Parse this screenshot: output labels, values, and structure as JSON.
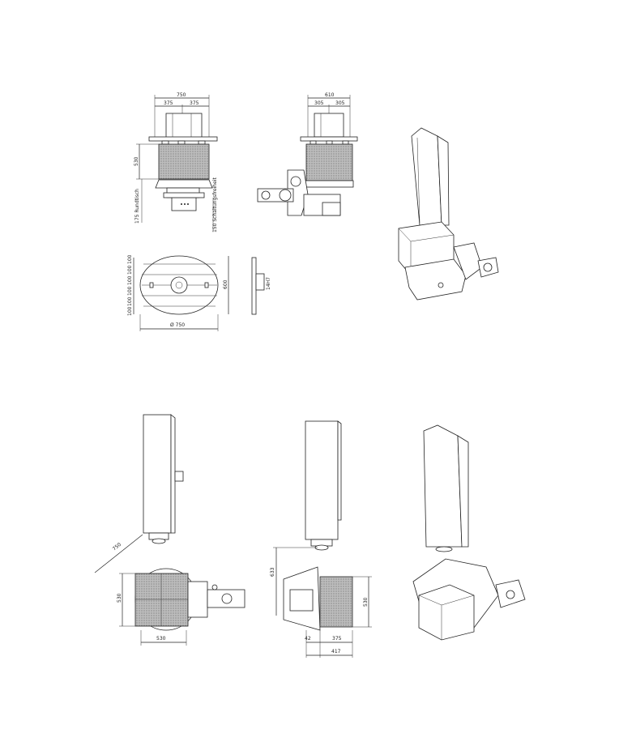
{
  "views": {
    "front_top": {
      "width_total": "750",
      "width_left": "375",
      "width_right": "375",
      "height_block": "530",
      "label_rotation": "175  Rundtisch",
      "label_clearance": "150  Schaltungsfreiheit"
    },
    "side_top": {
      "width_total": "610",
      "width_left": "305",
      "width_right": "305"
    },
    "table_plan": {
      "rows": [
        "100",
        "100",
        "100",
        "100",
        "100",
        "100"
      ],
      "diameter": "Ø 750",
      "height": "600",
      "slot": "14H7"
    },
    "left_bottom": {
      "diag": "750",
      "height": "530",
      "width": "530"
    },
    "mid_bottom": {
      "height_offset": "633",
      "height_block": "530",
      "offset_small": "42",
      "offset_mid": "375",
      "offset_total": "417"
    }
  }
}
